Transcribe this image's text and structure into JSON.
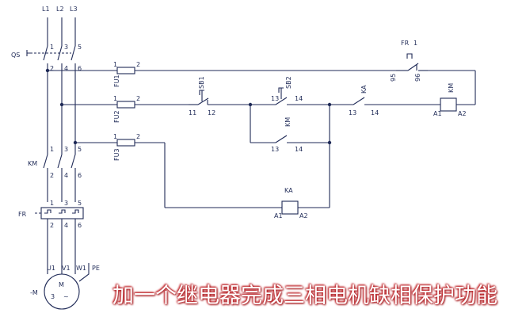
{
  "caption": "加一个继电器完成三相电机缺相保护功能",
  "watermark": "",
  "labels": {
    "L1": "L1",
    "L2": "L2",
    "L3": "L3",
    "QS": "QS",
    "KM_main": "KM",
    "FR_main": "FR",
    "FU1": "FU1",
    "FU2": "FU2",
    "FU3": "FU3",
    "SB1": "SB1",
    "SB2": "SB2",
    "KA_contact": "KA",
    "KM_aux": "KM",
    "FR_contact": "FR",
    "KM_coil": "KM",
    "KA_coil": "KA",
    "U1": "U1",
    "V1": "V1",
    "W1": "W1",
    "PE": "PE",
    "motor_M": "M",
    "motor_3": "3",
    "motor_tilde": "~",
    "motor_prefix": "-M",
    "n1": "1",
    "n2": "2",
    "n3": "3",
    "n4": "4",
    "n5": "5",
    "n6": "6",
    "n11": "11",
    "n12": "12",
    "n13": "13",
    "n14": "14",
    "n95": "95",
    "n96": "96",
    "A1": "A1",
    "A2": "A2"
  }
}
